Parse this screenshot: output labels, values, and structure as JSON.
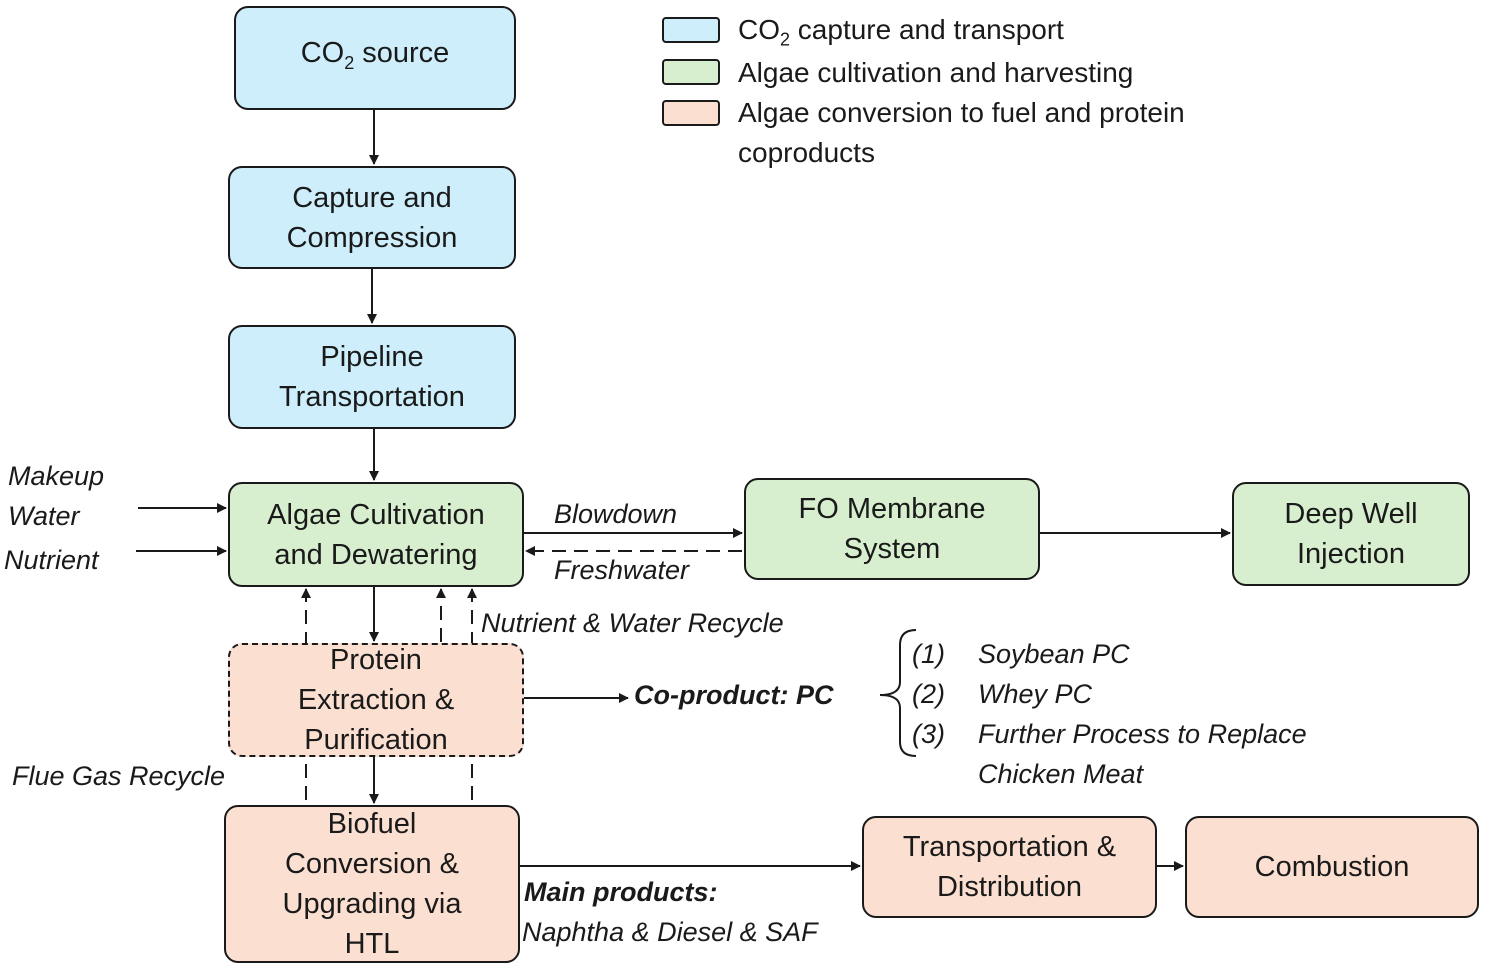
{
  "legend": {
    "capture": {
      "prefix": "CO",
      "sub": "2",
      "rest": " capture and transport",
      "color": "#cdeefa"
    },
    "cultivation": {
      "text": "Algae cultivation and harvesting",
      "color": "#d8efcf"
    },
    "conversion_line1": "Algae conversion to fuel and protein",
    "conversion_line2": "coproducts",
    "conversion_color": "#fbe0d2"
  },
  "boxes": {
    "co2_source": {
      "prefix": "CO",
      "sub": "2",
      "rest": " source"
    },
    "capture": {
      "line1": "Capture and",
      "line2": "Compression"
    },
    "pipeline": {
      "line1": "Pipeline",
      "line2": "Transportation"
    },
    "algae": {
      "line1": "Algae Cultivation",
      "line2": "and Dewatering"
    },
    "fo": {
      "line1": "FO Membrane",
      "line2": "System"
    },
    "deepwell": {
      "line1": "Deep Well",
      "line2": "Injection"
    },
    "protein": {
      "line1": "Protein",
      "line2": "Extraction &",
      "line3": "Purification"
    },
    "biofuel": {
      "line1": "Biofuel",
      "line2": "Conversion &",
      "line3": "Upgrading via",
      "line4": "HTL"
    },
    "transport": {
      "line1": "Transportation &",
      "line2": "Distribution"
    },
    "combustion": {
      "text": "Combustion"
    }
  },
  "labels": {
    "makeup_water_1": "Makeup",
    "makeup_water_2": "Water",
    "nutrient": "Nutrient",
    "blowdown": "Blowdown",
    "freshwater": "Freshwater",
    "nutrient_water_recycle": "Nutrient & Water Recycle",
    "flue_gas_recycle": "Flue Gas Recycle",
    "coproduct": "Co-product: PC",
    "pc_list": [
      {
        "num": "(1)",
        "text": "Soybean PC"
      },
      {
        "num": "(2)",
        "text": "Whey PC"
      },
      {
        "num": "(3)",
        "text": "Further Process to Replace"
      }
    ],
    "pc_list_cont": "Chicken Meat",
    "main_products": "Main products:",
    "main_products_detail": "Naphtha & Diesel & SAF"
  }
}
